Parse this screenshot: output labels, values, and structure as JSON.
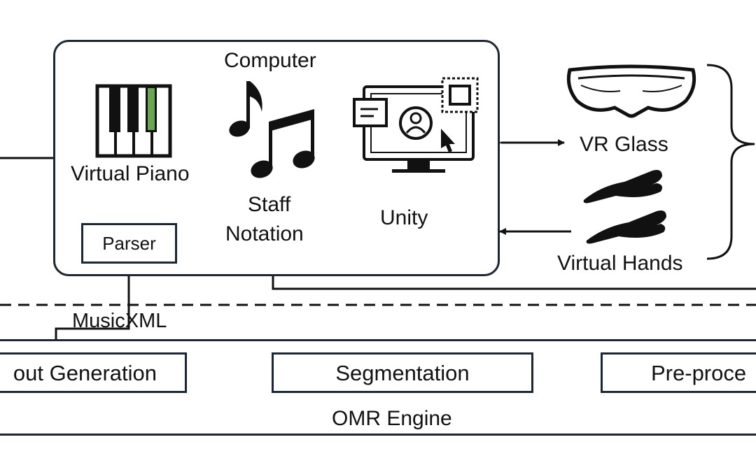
{
  "computer": {
    "title": "Computer"
  },
  "virtual_piano": {
    "label": "Virtual Piano",
    "highlight_color": "#6aa84f"
  },
  "parser": {
    "label": "Parser"
  },
  "staff_notation": {
    "label_line1": "Staff",
    "label_line2": "Notation"
  },
  "unity": {
    "label": "Unity"
  },
  "vr_glass": {
    "label": "VR Glass"
  },
  "virtual_hands": {
    "label": "Virtual Hands"
  },
  "musicxml": {
    "label": "MusicXML"
  },
  "omr_engine": {
    "title": "OMR Engine",
    "stages": [
      {
        "label": "out Generation"
      },
      {
        "label": "Segmentation"
      },
      {
        "label": "Pre-proce"
      }
    ]
  },
  "colors": {
    "stroke": "#1d2733",
    "text": "#111111"
  }
}
